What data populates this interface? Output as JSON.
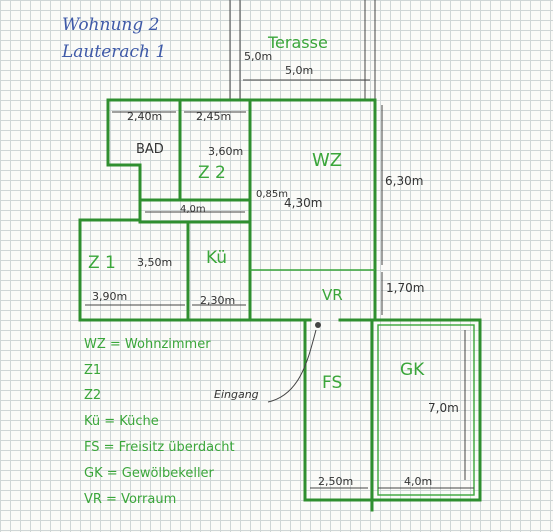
{
  "header": {
    "line1": "Wohnung 2",
    "line2": "Lauterach 1"
  },
  "rooms": {
    "terrace": "Terasse",
    "bad": "BAD",
    "z2": "Z 2",
    "wz": "WZ",
    "z1": "Z 1",
    "ku": "Kü",
    "vr": "VR",
    "fs": "FS",
    "gk": "GK"
  },
  "dims": {
    "terrace_side": "5,0m",
    "terrace_top": "5,0m",
    "bad_width": "2,40m",
    "z2_width": "2,45m",
    "z2_height": "3,60m",
    "wz_height": "6,30m",
    "hall_gap": "0,85m",
    "wz_width": "4,30m",
    "mid_width": "4,0m",
    "z1_height": "3,50m",
    "z1_width": "3,90m",
    "ku_width": "2,30m",
    "vr_height": "1,70m",
    "gk_height": "7,0m",
    "fs_width": "2,50m",
    "gk_width": "4,0m"
  },
  "entrance_label": "Eingang",
  "legend": [
    "WZ = Wohnzimmer",
    "Z1",
    "Z2",
    "Kü = Küche",
    "FS = Freisitz überdacht",
    "GK = Gewölbekeller",
    "VR = Vorraum"
  ],
  "colors": {
    "wall": "#2f8f2f",
    "label": "#3aa63a",
    "title_ink": "#3f5aa8",
    "grid": "#cfd6d6"
  }
}
